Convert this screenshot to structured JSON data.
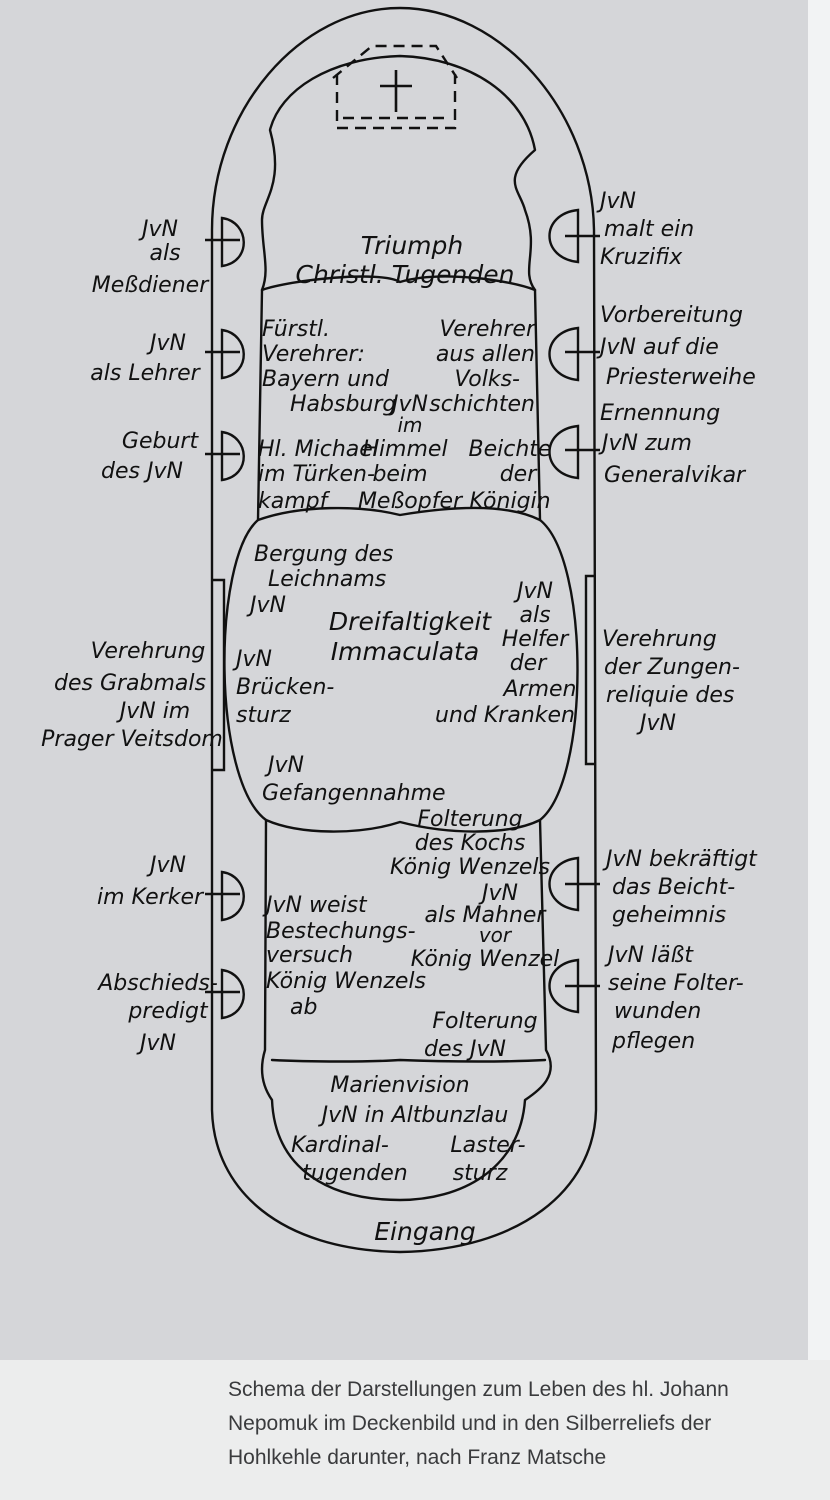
{
  "diagram": {
    "altar": {},
    "entrance_label": "Eingang",
    "ceiling": {
      "top_circle": [
        "Triumph",
        "Christl. Tugenden"
      ],
      "upper_left": [
        "Fürstl.",
        "Verehrer:",
        "Bayern und",
        "Habsburg"
      ],
      "upper_right": [
        "Verehrer",
        "aus allen",
        "Volks-",
        "schichten"
      ],
      "upper_center": [
        "JvN",
        "im",
        "Himmel",
        "beim",
        "Meßopfer"
      ],
      "michael": [
        "Hl. Michael",
        "im Türken-",
        "kampf"
      ],
      "beichte": [
        "Beichte",
        "der",
        "Königin"
      ],
      "middle_top_left": [
        "Bergung des",
        "Leichnams",
        "JvN"
      ],
      "middle_center": [
        "Dreifaltigkeit",
        "Immaculata"
      ],
      "middle_left": [
        "JvN",
        "Brücken-",
        "sturz"
      ],
      "middle_right": [
        "JvN",
        "als",
        "Helfer",
        "der",
        "Armen",
        "und Kranken"
      ],
      "capture": [
        "JvN",
        "Gefangennahme"
      ],
      "lower_right_top": [
        "Folterung",
        "des Kochs",
        "König Wenzels"
      ],
      "lower_left": [
        "JvN weist",
        "Bestechungs-",
        "versuch",
        "König Wenzels",
        "ab"
      ],
      "lower_right_mid": [
        "JvN",
        "als Mahner",
        "vor",
        "König Wenzel"
      ],
      "lower_right_bottom": [
        "Folterung",
        "des JvN"
      ],
      "bottom_circle": [
        "Marienvision",
        "JvN in Altbunzlau"
      ],
      "bottom_left": [
        "Kardinal-",
        "tugenden"
      ],
      "bottom_right": [
        "Laster-",
        "sturz"
      ]
    },
    "reliefs_left": [
      [
        "JvN",
        "als",
        "Meßdiener"
      ],
      [
        "JvN",
        "als Lehrer"
      ],
      [
        "Geburt",
        "des JvN"
      ],
      [
        "Verehrung",
        "des Grabmals",
        "JvN im",
        "Prager Veitsdom"
      ],
      [
        "JvN",
        "im Kerker"
      ],
      [
        "Abschieds-",
        "predigt",
        "JvN"
      ]
    ],
    "reliefs_right": [
      [
        "JvN",
        "malt ein",
        "Kruzifix"
      ],
      [
        "Vorbereitung",
        "JvN auf die",
        "Priesterweihe"
      ],
      [
        "Ernennung",
        "JvN zum",
        "Generalvikar"
      ],
      [
        "Verehrung",
        "der Zungen-",
        "reliquie des",
        "JvN"
      ],
      [
        "JvN bekräftigt",
        "das Beicht-",
        "geheimnis"
      ],
      [
        "JvN läßt",
        "seine Folter-",
        "wunden",
        "pflegen"
      ]
    ]
  },
  "caption": [
    "Schema der Darstellungen zum Leben des hl. Johann",
    "Nepomuk im Deckenbild und in den Silberreliefs der",
    "Hohlkehle darunter, nach Franz Matsche"
  ]
}
